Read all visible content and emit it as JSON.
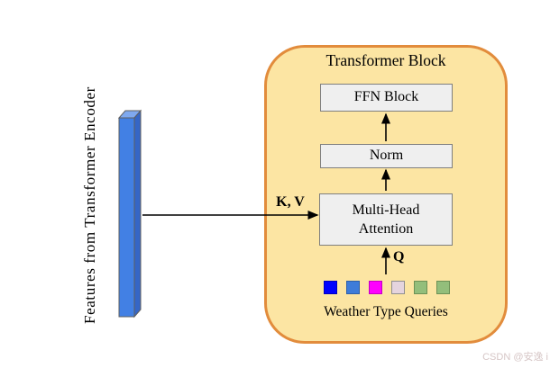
{
  "page": {
    "watermark": "CSDN @安逸 i"
  },
  "diagram": {
    "encoder_features_label": "Features from Transformer Encoder",
    "transformer_block": {
      "title": "Transformer Block",
      "ffn_label": "FFN Block",
      "norm_label": "Norm",
      "mha_label_line1": "Multi-Head",
      "mha_label_line2": "Attention",
      "queries_caption": "Weather Type Queries"
    },
    "edge_labels": {
      "kv": "K, V",
      "q": "Q"
    },
    "query_squares": [
      {
        "name": "blue",
        "hex": "#0101FE",
        "border": "#0000C0"
      },
      {
        "name": "cornflower",
        "hex": "#3E7CD9",
        "border": "#2E5FA9"
      },
      {
        "name": "magenta",
        "hex": "#FE01FE",
        "border": "#C400C4"
      },
      {
        "name": "pale-pink",
        "hex": "#E5D4DE",
        "border": "#8F8F8F"
      },
      {
        "name": "green-1",
        "hex": "#93BE7B",
        "border": "#6D9156"
      },
      {
        "name": "green-2",
        "hex": "#93BE7B",
        "border": "#6D9156"
      }
    ],
    "colors": {
      "container_fill": "#FCE5A3",
      "container_border": "#E28C3C",
      "inner_box_fill": "#EFEFEF",
      "inner_box_border": "#7F7F7F",
      "bar_front": "#4280E4",
      "bar_top": "#7FA9EF",
      "bar_side": "#3566C6",
      "arrow": "#000000",
      "watermark_text": "#D6C6C6"
    }
  }
}
